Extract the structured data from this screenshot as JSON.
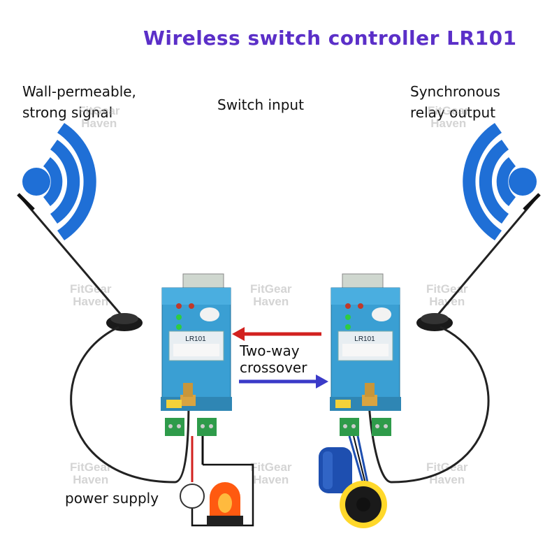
{
  "title": "Wireless switch controller LR101",
  "labels": {
    "wall_line1": "Wall-permeable,",
    "wall_line2": "strong signal",
    "switch_input": "Switch input",
    "sync_line1": "Synchronous",
    "sync_line2": "relay output",
    "two_way_line1": "Two-way",
    "two_way_line2": "crossover",
    "power_supply": "power supply"
  },
  "device": {
    "model": "LR101"
  },
  "watermark": {
    "line1": "FitGear",
    "line2": "Haven"
  },
  "colors": {
    "title": "#5b2fc8",
    "wifi": "#1f6fd6",
    "device_body": "#3a9fd3",
    "arrow_left": "#d2211f",
    "arrow_right": "#3a3ac8",
    "terminal": "#2e9b4a",
    "lamp": "#ff5a10",
    "float_switch": "#1e4fb0"
  }
}
